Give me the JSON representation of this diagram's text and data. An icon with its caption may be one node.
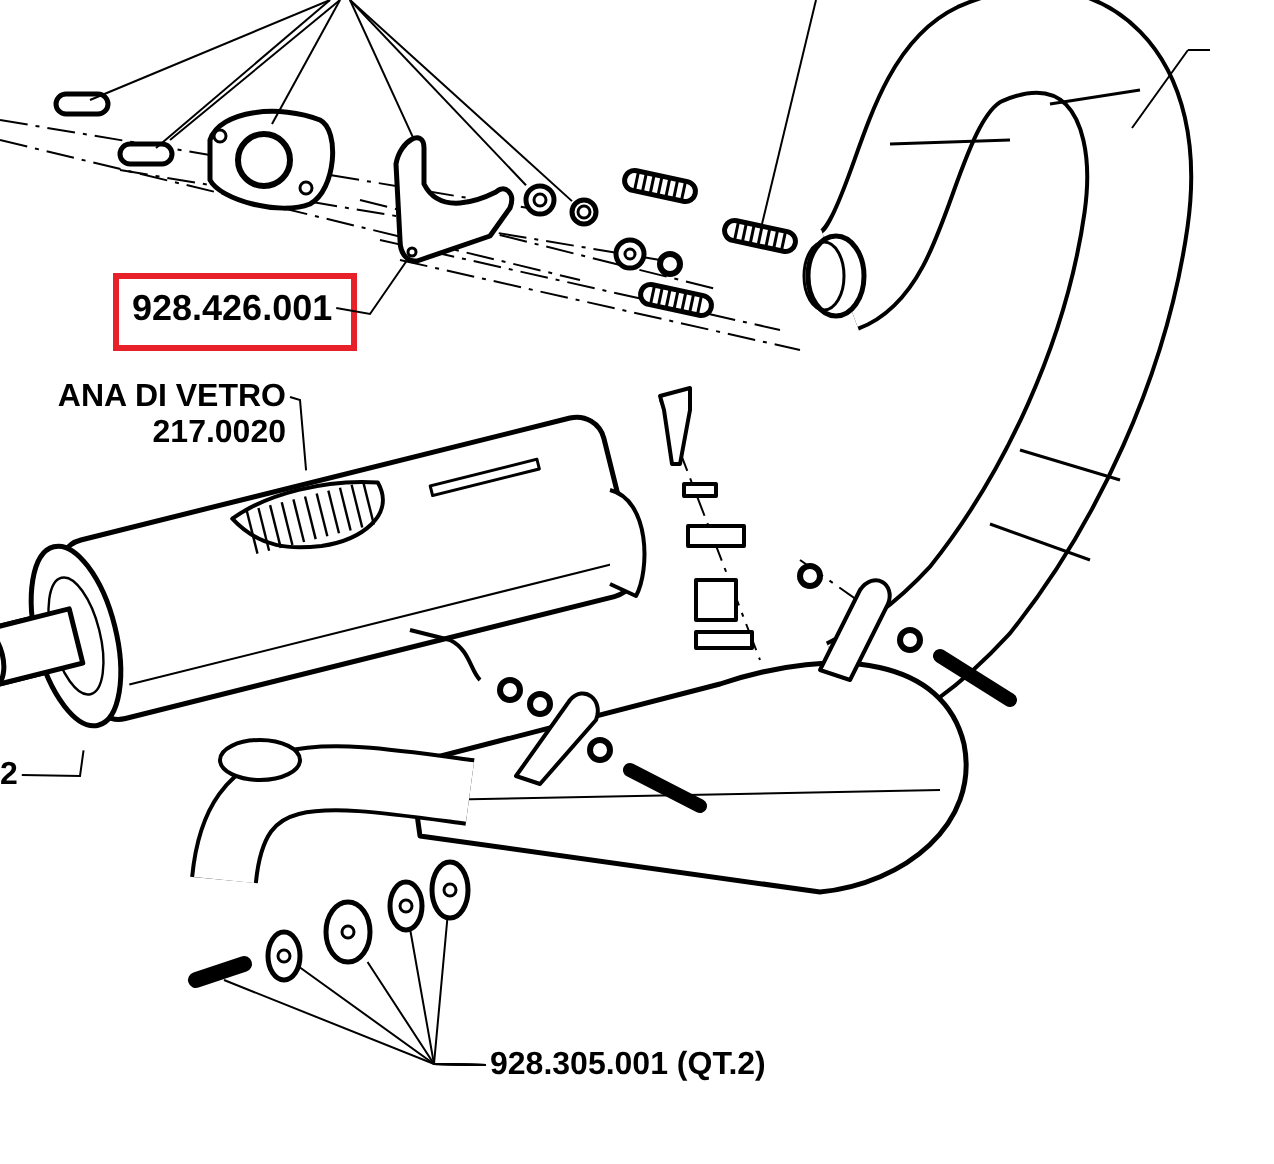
{
  "diagram": {
    "nodes": [
      {
        "text": [
          "928.426.001"
        ]
      },
      {
        "text": [
          "ANA DI VETRO",
          "217.0020"
        ]
      },
      {
        "text": [
          "2"
        ]
      },
      {
        "text": [
          "928.305.001 (QT.2)"
        ]
      },
      {
        "text": [],
        "shape": "picture"
      },
      {
        "text": [],
        "shape": "picture"
      },
      {
        "text": [],
        "shape": "picture"
      },
      {
        "text": [],
        "shape": "picture"
      },
      {
        "text": [],
        "shape": "circle"
      },
      {
        "text": [],
        "shape": "circle"
      },
      {
        "text": [],
        "shape": "circle"
      },
      {
        "text": [],
        "shape": "circle"
      },
      {
        "text": [],
        "shape": "circle"
      },
      {
        "text": [],
        "shape": "circle"
      }
    ],
    "edges": [
      {
        "from": 0,
        "to": 4,
        "arrow": "none"
      },
      {
        "from": 1,
        "to": 5,
        "arrow": "none"
      },
      {
        "from": 2,
        "to": 6,
        "arrow": "none"
      },
      {
        "from": 3,
        "to": 7,
        "arrow": "none"
      },
      {
        "from": 3,
        "to": 8,
        "arrow": "none"
      },
      {
        "from": 3,
        "to": 9,
        "arrow": "none"
      },
      {
        "from": 3,
        "to": 10,
        "arrow": "none"
      },
      {
        "from": 3,
        "to": 11,
        "arrow": "none"
      },
      {
        "from": null,
        "to": 4,
        "arrow": "none"
      },
      {
        "from": null,
        "to": 12,
        "arrow": "none"
      },
      {
        "from": null,
        "to": 13,
        "arrow": "none"
      }
    ]
  }
}
